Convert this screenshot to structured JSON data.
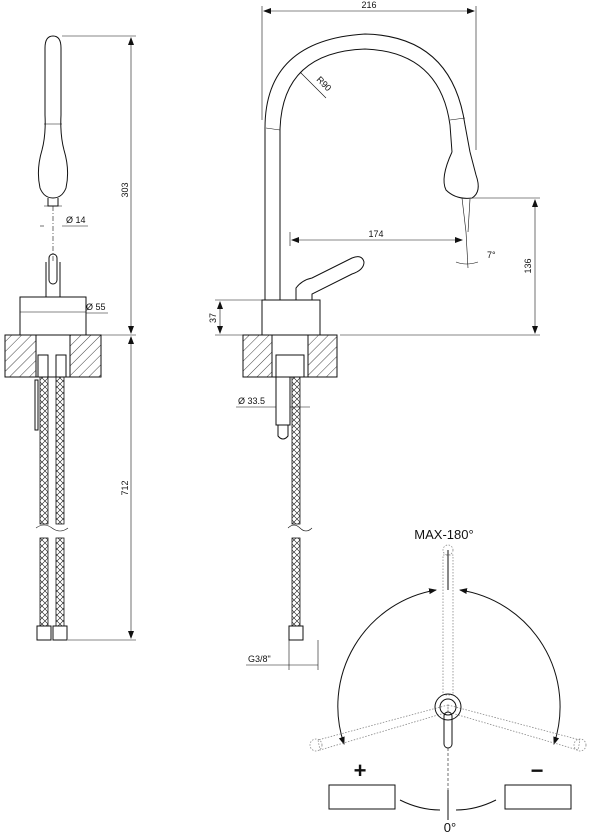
{
  "dimensions": {
    "height_303": "303",
    "dia_14": "Ø 14",
    "dia_55": "Ø 55",
    "length_712": "712",
    "width_216": "216",
    "radius_90": "R90",
    "reach_174": "174",
    "angle_7": "7°",
    "height_136": "136",
    "base_37": "37",
    "dia_33_5": "Ø 33.5",
    "thread_g38": "G3/8\""
  },
  "rotation": {
    "max_label": "MAX-180°",
    "zero_label": "0°",
    "hot_sign": "+",
    "cold_sign": "−"
  }
}
